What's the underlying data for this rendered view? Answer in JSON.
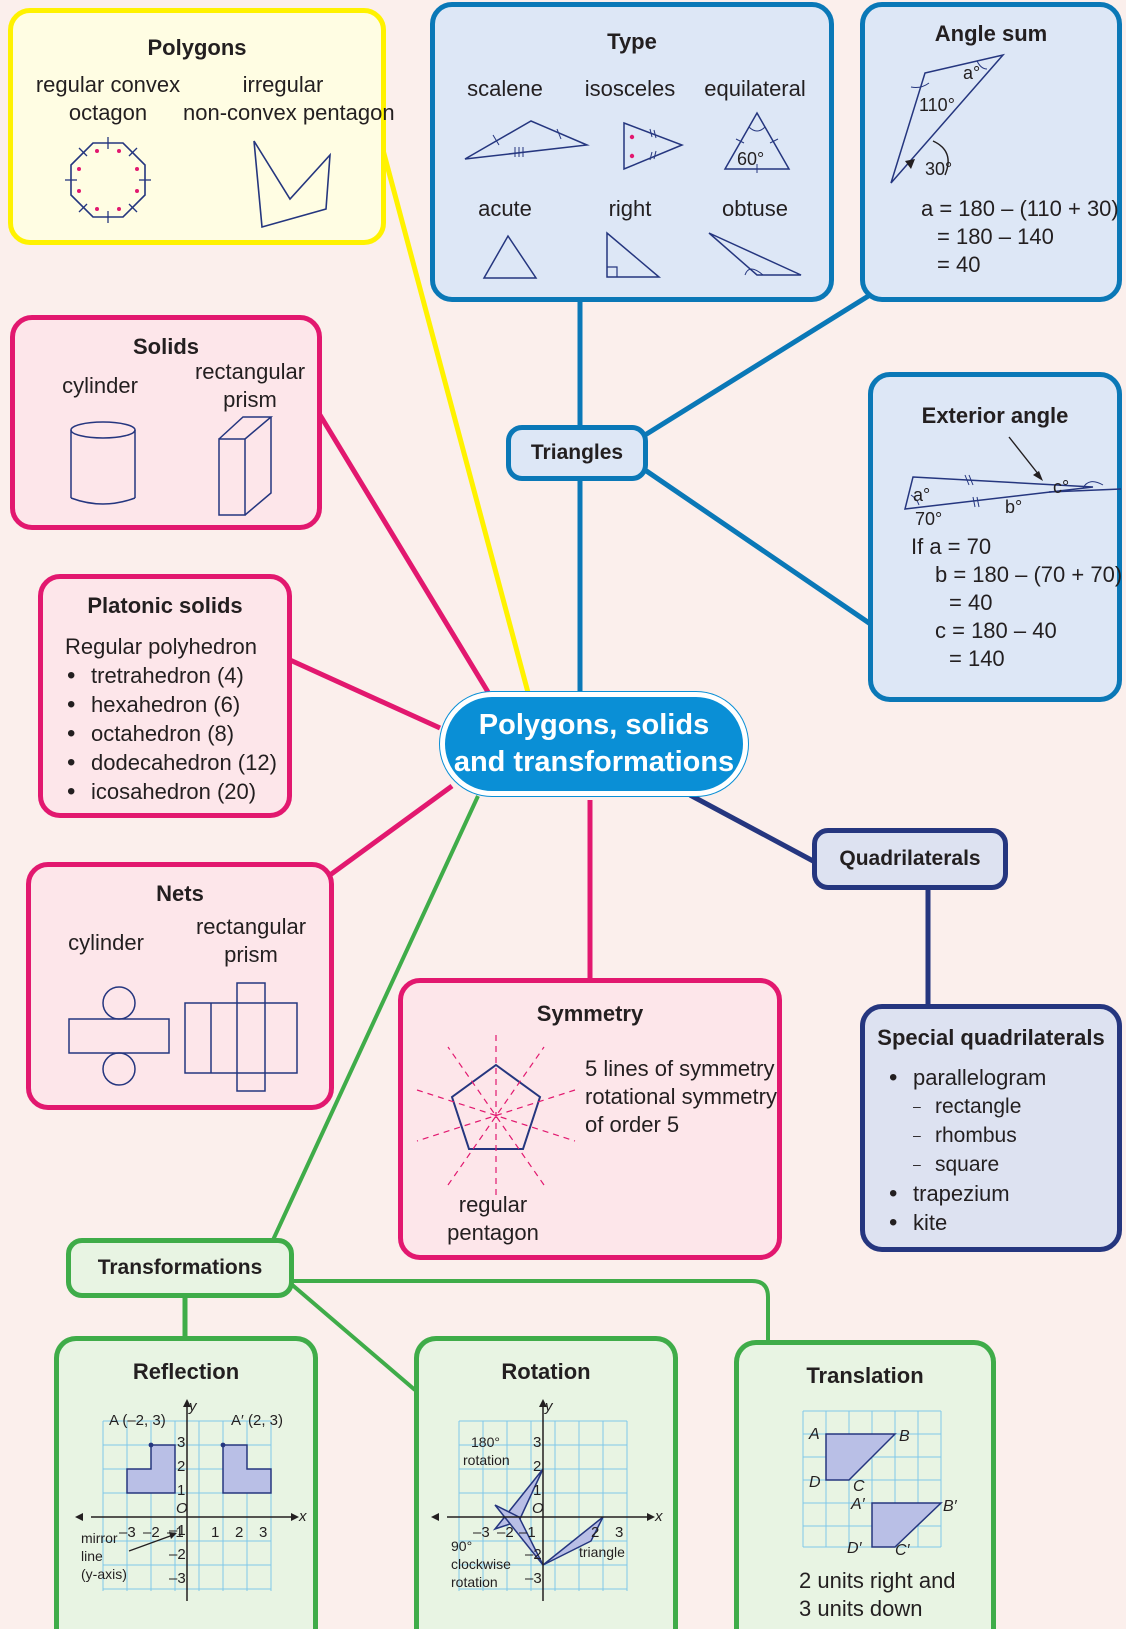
{
  "center": {
    "line1": "Polygons, solids",
    "line2": "and transformations"
  },
  "polygons": {
    "title": "Polygons",
    "left_l1": "regular convex",
    "left_l2": "octagon",
    "right_l1": "irregular",
    "right_l2": "non-convex pentagon"
  },
  "type": {
    "title": "Type",
    "scalene": "scalene",
    "isosceles": "isosceles",
    "equilateral": "equilateral",
    "eq_angle": "60°",
    "acute": "acute",
    "right": "right",
    "obtuse": "obtuse"
  },
  "angle_sum": {
    "title": "Angle sum",
    "a_label": "a°",
    "angle1": "110°",
    "angle2": "30°",
    "line1": "a = 180 – (110 + 30)",
    "line2": "= 180 – 140",
    "line3": "= 40"
  },
  "triangles": {
    "label": "Triangles"
  },
  "exterior": {
    "title": "Exterior angle",
    "a_label": "a°",
    "a_val": "70°",
    "b_label": "b°",
    "c_label": "c°",
    "l1": "If a = 70",
    "l2": "b = 180 – (70 + 70)",
    "l3": "= 40",
    "l4": "c = 180 – 40",
    "l5": "= 140"
  },
  "solids": {
    "title": "Solids",
    "cyl": "cylinder",
    "rect_l1": "rectangular",
    "rect_l2": "prism"
  },
  "platonic": {
    "title": "Platonic solids",
    "intro": "Regular polyhedron",
    "items": [
      "tretrahedron (4)",
      "hexahedron  (6)",
      "octahedron   (8)",
      "dodecahedron (12)",
      "icosahedron (20)"
    ]
  },
  "nets": {
    "title": "Nets",
    "cyl": "cylinder",
    "rect_l1": "rectangular",
    "rect_l2": "prism"
  },
  "symmetry": {
    "title": "Symmetry",
    "l1": "5 lines of symmetry",
    "l2": "rotational symmetry",
    "l3": "of order 5",
    "cap1": "regular",
    "cap2": "pentagon"
  },
  "quadrilaterals": {
    "label": "Quadrilaterals"
  },
  "special": {
    "title": "Special quadrilaterals",
    "items": [
      "parallelogram",
      "rectangle",
      "rhombus",
      "square",
      "trapezium",
      "kite"
    ]
  },
  "transformations": {
    "label": "Transformations"
  },
  "reflection": {
    "title": "Reflection",
    "pointA": "A (–2, 3)",
    "pointA2": "A′ (2, 3)",
    "mirror1": "mirror",
    "mirror2": "line",
    "mirror3": "(y-axis)",
    "x": "x",
    "y": "y",
    "o": "O"
  },
  "rotation": {
    "title": "Rotation",
    "r180a": "180°",
    "r180b": "rotation",
    "r90a": "90°",
    "r90b": "clockwise",
    "r90c": "rotation",
    "tri": "triangle",
    "x": "x",
    "y": "y",
    "o": "O"
  },
  "translation": {
    "title": "Translation",
    "A": "A",
    "B": "B",
    "C": "C",
    "D": "D",
    "A2": "A′",
    "B2": "B′",
    "C2": "C′",
    "D2": "D′",
    "l1": "2 units right and",
    "l2": "3 units down"
  },
  "ticks": {
    "xneg": [
      "–3",
      "–2",
      "–1"
    ],
    "xpos": [
      "1",
      "2",
      "3"
    ],
    "ypos": [
      "1",
      "2",
      "3"
    ],
    "yneg": [
      "–1",
      "–2",
      "–3"
    ]
  },
  "colors": {
    "yellow": "#fff200",
    "blue": "#0a78b7",
    "pink": "#e2186f",
    "navy": "#25367f",
    "green": "#3fac49",
    "center": "#0a8fd6"
  }
}
